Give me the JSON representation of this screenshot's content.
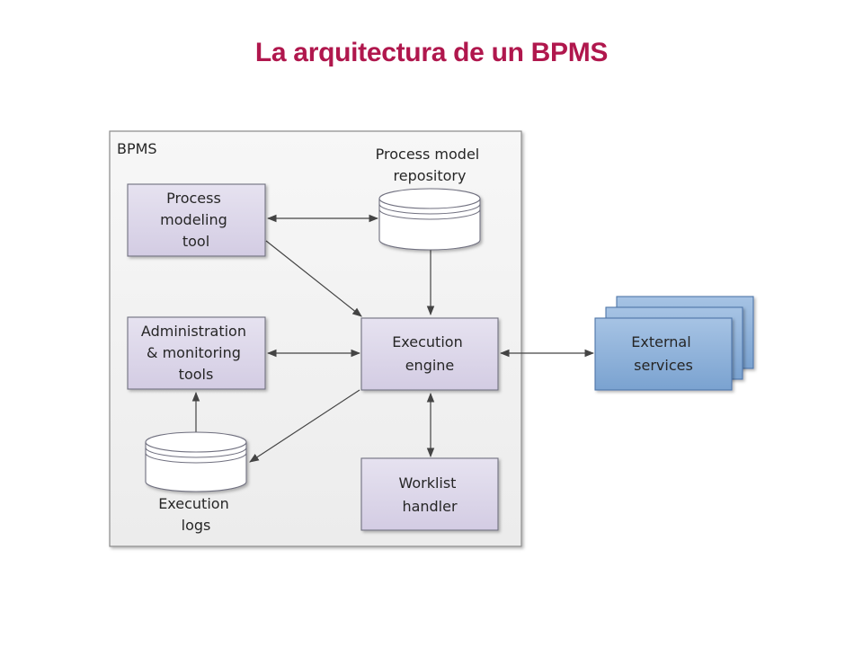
{
  "slide": {
    "title": "La arquitectura de un BPMS",
    "title_color": "#b0174d"
  },
  "diagram": {
    "container_label": "BPMS",
    "nodes": {
      "process_modeling_tool": {
        "lines": [
          "Process",
          "modeling",
          "tool"
        ]
      },
      "process_model_repository": {
        "lines": [
          "Process model",
          "repository"
        ]
      },
      "admin_monitoring_tools": {
        "lines": [
          "Administration",
          "& monitoring",
          "tools"
        ]
      },
      "execution_engine": {
        "lines": [
          "Execution",
          "engine"
        ]
      },
      "external_services": {
        "lines": [
          "External",
          "services"
        ]
      },
      "execution_logs": {
        "lines": [
          "Execution",
          "logs"
        ]
      },
      "worklist_handler": {
        "lines": [
          "Worklist",
          "handler"
        ]
      }
    },
    "colors": {
      "box_fill": "#dcd7ea",
      "box_stroke": "#6f6f7f",
      "external_fill": "#8db1d9",
      "external_stroke": "#4f76a8",
      "container_fill": "#f2f2f2",
      "container_stroke": "#8a8a8a"
    }
  }
}
